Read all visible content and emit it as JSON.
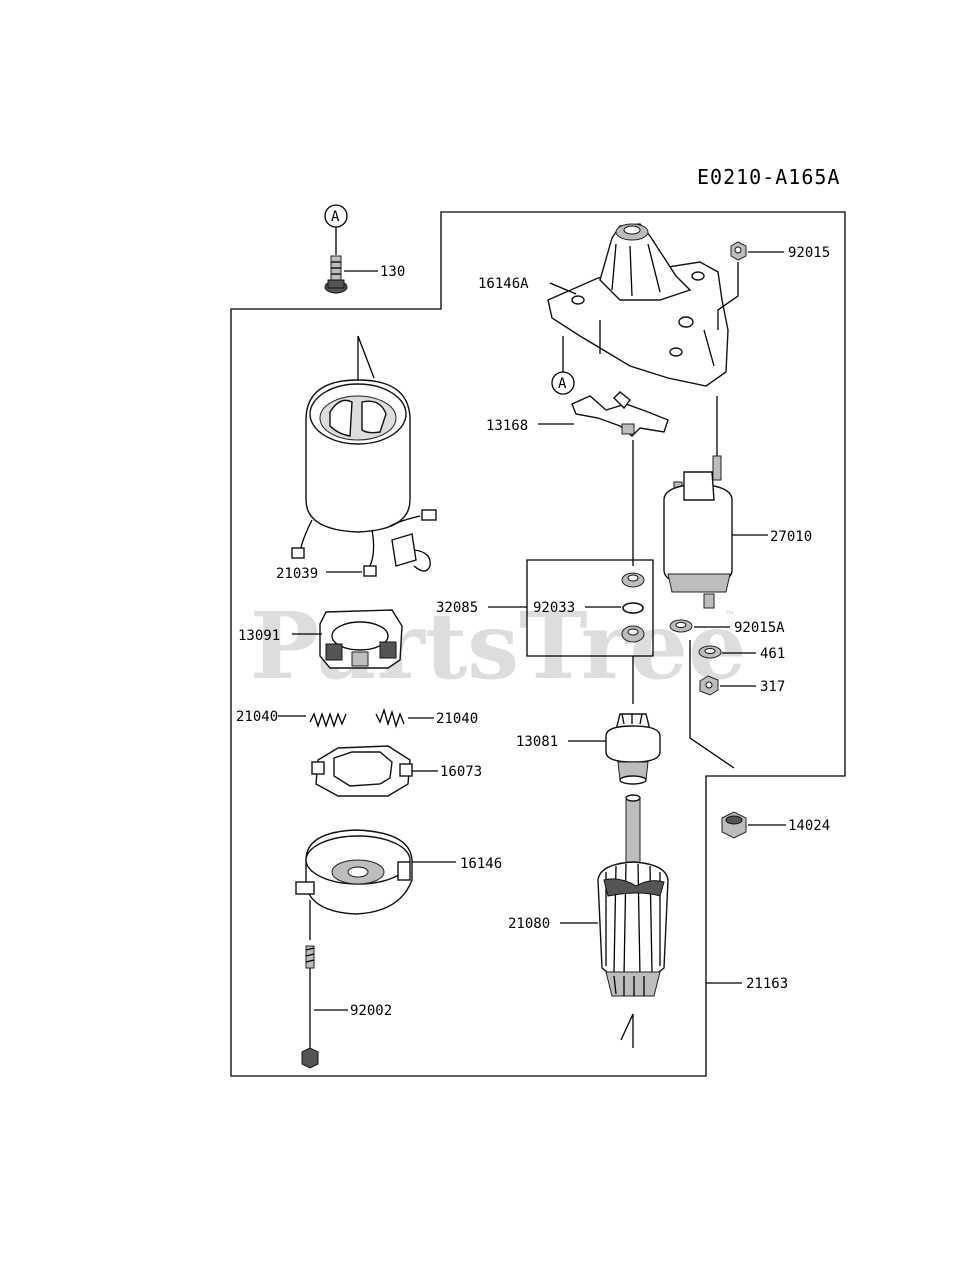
{
  "diagram_code": "E0210-A165A",
  "watermark": "PartsTree",
  "watermark_tm": "™",
  "reference_marker": "A",
  "parts": [
    {
      "number": "130"
    },
    {
      "number": "16146A"
    },
    {
      "number": "92015"
    },
    {
      "number": "13168"
    },
    {
      "number": "27010"
    },
    {
      "number": "21039"
    },
    {
      "number": "32085"
    },
    {
      "number": "92033"
    },
    {
      "number": "13091"
    },
    {
      "number": "92015A"
    },
    {
      "number": "461"
    },
    {
      "number": "317"
    },
    {
      "number": "21040"
    },
    {
      "number": "21040"
    },
    {
      "number": "13081"
    },
    {
      "number": "16073"
    },
    {
      "number": "14024"
    },
    {
      "number": "16146"
    },
    {
      "number": "21080"
    },
    {
      "number": "21163"
    },
    {
      "number": "92002"
    }
  ]
}
